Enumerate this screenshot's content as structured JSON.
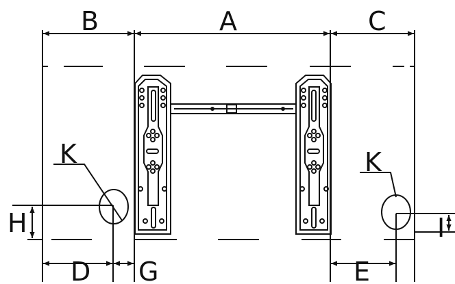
{
  "labels": {
    "a": "A",
    "b": "B",
    "c": "C",
    "d": "D",
    "e": "E",
    "g": "G",
    "h": "H",
    "i": "I",
    "k_left": "K",
    "k_right": "K"
  }
}
